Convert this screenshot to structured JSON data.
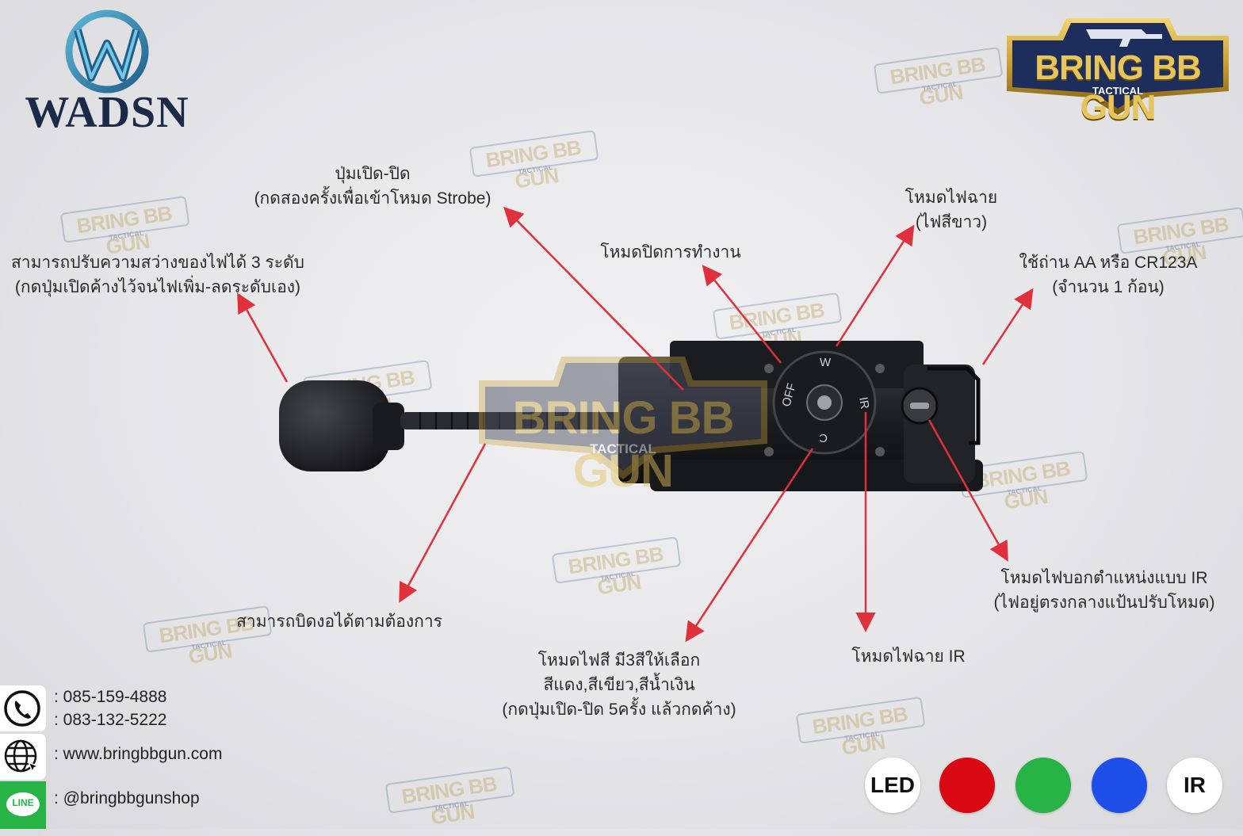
{
  "brand": {
    "wadsn": "WADSN",
    "shop_name": "BRING BB GUN",
    "shop_sub": "TACTICAL"
  },
  "callouts": {
    "power_button": [
      "ปุ่มเปิด-ปิด",
      "(กดสองครั้งเพื่อเข้าโหมด Strobe)"
    ],
    "brightness": [
      "สามารถปรับความสว่างของไฟได้ 3 ระดับ",
      "(กดปุ่มเปิดค้างไว้จนไฟเพิ่ม-ลดระดับเอง)"
    ],
    "off_mode": "โหมดปิดการทำงาน",
    "white_light": [
      "โหมดไฟฉาย",
      "(ไฟสีขาว)"
    ],
    "battery": [
      "ใช้ถ่าน AA หรือ CR123A",
      "(จำนวน 1 ก้อน)"
    ],
    "flexible": "สามารถบิดงอได้ตามต้องการ",
    "color_mode": [
      "โหมดไฟสี มี3สีให้เลือก",
      "สีแดง,สีเขียว,สีน้ำเงิน",
      "(กดปุ่มเปิด-ปิด 5ครั้ง แล้วกดค้าง)"
    ],
    "ir_flashlight": "โหมดไฟฉาย IR",
    "ir_marker": [
      "โหมดไฟบอกตำแหน่งแบบ IR",
      "(ไฟอยู่ตรงกลางแป้นปรับโหมด)"
    ]
  },
  "dial_labels": [
    "OFF",
    "W",
    "IR",
    "C"
  ],
  "contacts": {
    "phone_1": ": 085-159-4888",
    "phone_2": ": 083-132-5222",
    "website": ": www.bringbbgun.com",
    "line": ": @bringbbgunshop",
    "line_badge": "LINE"
  },
  "color_modes": [
    {
      "label": "LED",
      "color": "#ffffff"
    },
    {
      "label": "",
      "color": "#d90812"
    },
    {
      "label": "",
      "color": "#27b345"
    },
    {
      "label": "",
      "color": "#1e4fe8"
    },
    {
      "label": "IR",
      "color": "#ffffff"
    }
  ],
  "colors": {
    "arrow": "#e0303c",
    "gold": "#c8a33c",
    "navy": "#1d2d5c"
  }
}
